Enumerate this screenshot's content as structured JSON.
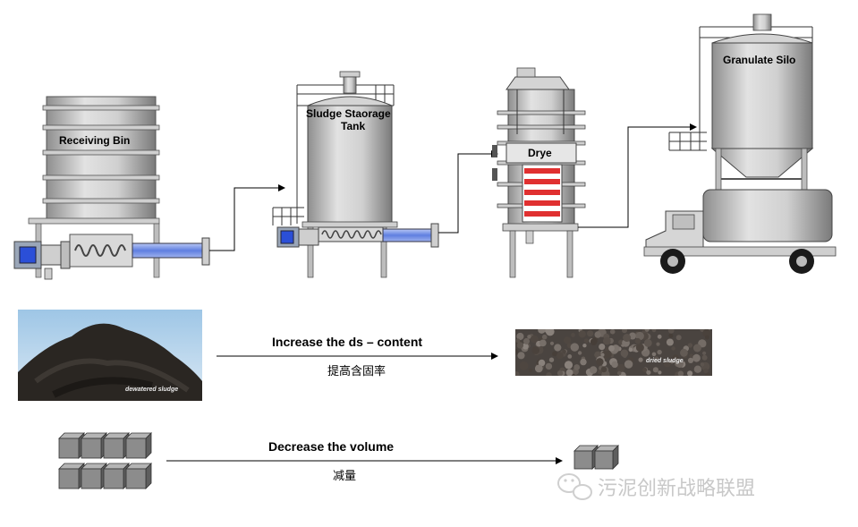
{
  "equipment": {
    "receiving_bin": "Receiving Bin",
    "storage_tank_line1": "Sludge Staorage",
    "storage_tank_line2": "Tank",
    "dryer": "Drye",
    "granulate_silo": "Granulate Silo"
  },
  "process_steps": [
    {
      "en": "Increase the ds – content",
      "zh": "提高含固率"
    },
    {
      "en": "Decrease the volume",
      "zh": "减量"
    }
  ],
  "photos": {
    "dewatered": "dewatered sludge",
    "dried": "dried sludge"
  },
  "watermark": "污泥创新战略联盟",
  "colors": {
    "steel": "#cfcfcf",
    "steel_dark": "#8a8a8a",
    "pipe_blue": "#6f8fe0",
    "motor_blue": "#2b4fd8",
    "heater_red": "#e03030",
    "cube": "#8c8c8c"
  }
}
